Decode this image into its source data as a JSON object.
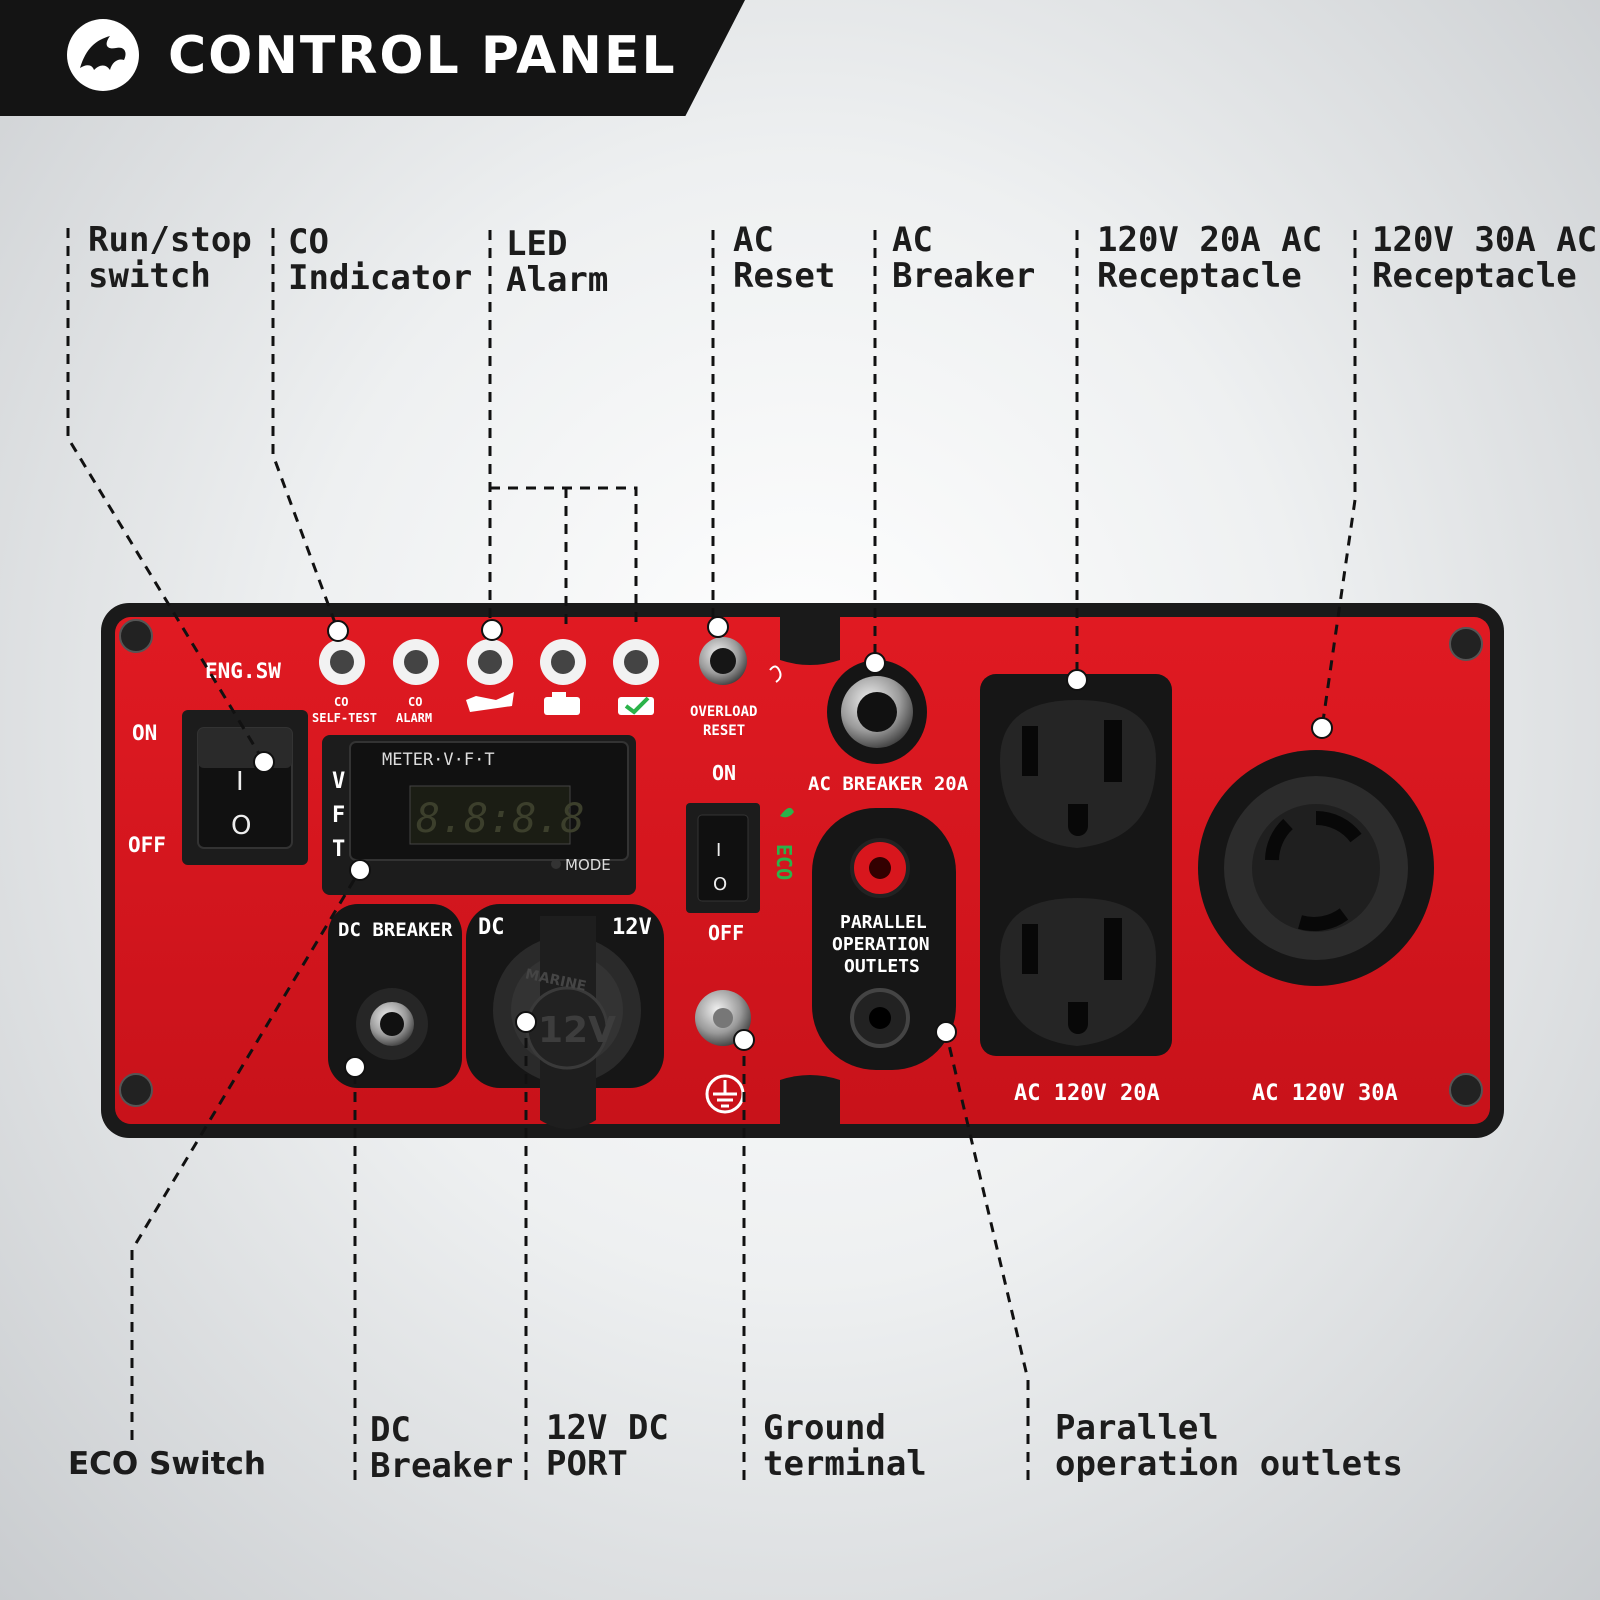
{
  "header": {
    "title": "CONTROL PANEL",
    "logo_icon": "bird-logo-icon"
  },
  "callouts": {
    "run_stop_switch": "Run/stop\nswitch",
    "co_indicator": "CO\nIndicator",
    "led_alarm": "LED\nAlarm",
    "ac_reset": "AC\nReset",
    "ac_breaker": "AC\nBreaker",
    "receptacle_20a": "120V 20A AC\nReceptacle",
    "receptacle_30a": "120V 30A AC\nReceptacle",
    "eco_switch": "ECO Switch",
    "dc_breaker": "DC\nBreaker",
    "dc_port": "12V DC\nPORT",
    "ground_terminal": "Ground\nterminal",
    "parallel_outlets": "Parallel\noperation outlets"
  },
  "panel": {
    "eng_sw": "ENG.SW",
    "on": "ON",
    "off": "OFF",
    "switch_i": "I",
    "switch_o": "O",
    "co_self_test_1": "CO",
    "co_self_test_2": "SELF-TEST",
    "co_alarm_1": "CO",
    "co_alarm_2": "ALARM",
    "meter_title": "METER·V·F·T",
    "vft": [
      "V",
      "F",
      "T"
    ],
    "meter_readout": "8.8:8.8",
    "mode": "MODE",
    "overload_1": "OVERLOAD",
    "overload_2": "RESET",
    "eco_on": "ON",
    "eco_off": "OFF",
    "eco": "ECO",
    "ac_breaker_20a": "AC BREAKER 20A",
    "parallel_1": "PARALLEL",
    "parallel_2": "OPERATION",
    "parallel_3": "OUTLETS",
    "dc_breaker": "DC BREAKER",
    "dc": "DC",
    "dc_12v": "12V",
    "marine": "MARINE",
    "cap_12v": "12V",
    "ac_120v_20a": "AC 120V 20A",
    "ac_120v_30a": "AC 120V 30A"
  },
  "colors": {
    "panel_red": "#d8161d",
    "panel_frame": "#1a1a1a",
    "eco_green": "#2bb34a",
    "header_bg": "#141414"
  }
}
